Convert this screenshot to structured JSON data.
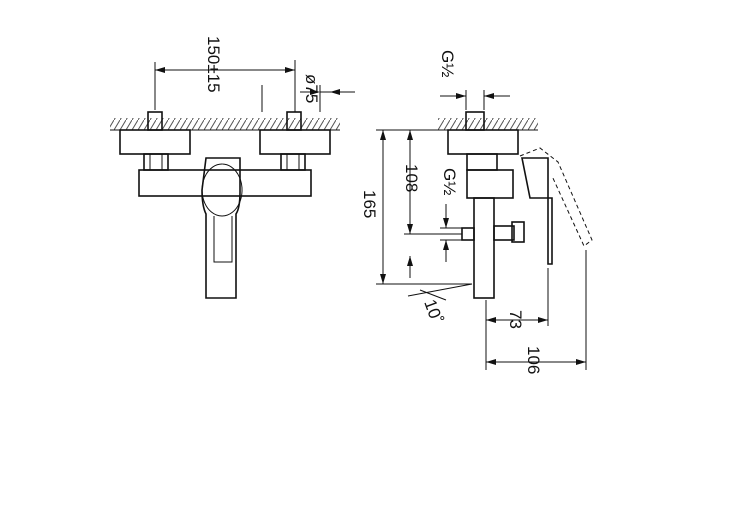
{
  "dimensions": {
    "width_between_centers": "150±15",
    "diameter": "ø75",
    "thread_top": "G½",
    "thread_side": "G½",
    "height_total": "165",
    "height_inner": "108",
    "angle": "10˚",
    "depth_short": "73",
    "depth_long": "106"
  }
}
